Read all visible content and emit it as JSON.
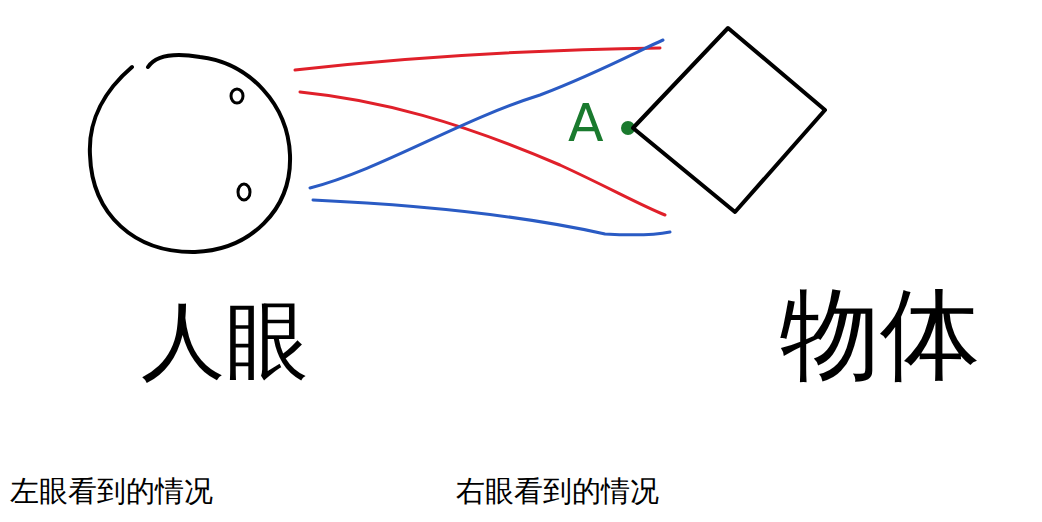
{
  "diagram": {
    "nodes": [
      {
        "text": [
          "人眼"
        ]
      },
      {
        "text": [
          "物体"
        ]
      }
    ],
    "labels": [
      "A",
      "左眼看到的情况",
      "右眼看到的情况"
    ]
  }
}
